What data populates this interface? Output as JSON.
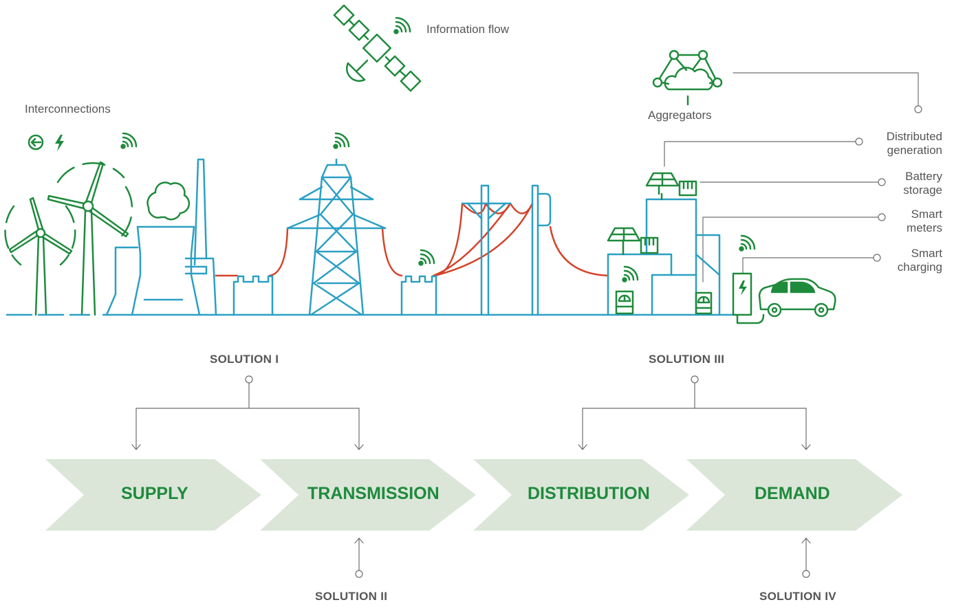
{
  "colors": {
    "green": "#1e8a3c",
    "teal": "#2a9fc4",
    "red": "#d4432b",
    "chevron": "#dbe6d9",
    "text": "#555555",
    "connector": "#6d6d6d"
  },
  "icons": [
    "satellite-icon",
    "wifi-icon",
    "cloud-network-icon",
    "wind-turbine-icon",
    "power-plant-icon",
    "transmission-tower-icon",
    "substation-icon",
    "solar-panel-icon",
    "battery-icon",
    "smart-meter-icon",
    "ev-charger-icon",
    "electric-car-icon",
    "interconnection-icon",
    "lightning-icon"
  ],
  "labels": {
    "information_flow": "Information flow",
    "interconnections": "Interconnections",
    "aggregators": "Aggregators",
    "distributed_generation": [
      "Distributed",
      "generation"
    ],
    "battery_storage": [
      "Battery",
      "storage"
    ],
    "smart_meters": [
      "Smart",
      "meters"
    ],
    "smart_charging": [
      "Smart",
      "charging"
    ]
  },
  "solutions": {
    "s1": "SOLUTION I",
    "s2": "SOLUTION II",
    "s3": "SOLUTION III",
    "s4": "SOLUTION IV"
  },
  "stages": [
    "SUPPLY",
    "TRANSMISSION",
    "DISTRIBUTION",
    "DEMAND"
  ]
}
